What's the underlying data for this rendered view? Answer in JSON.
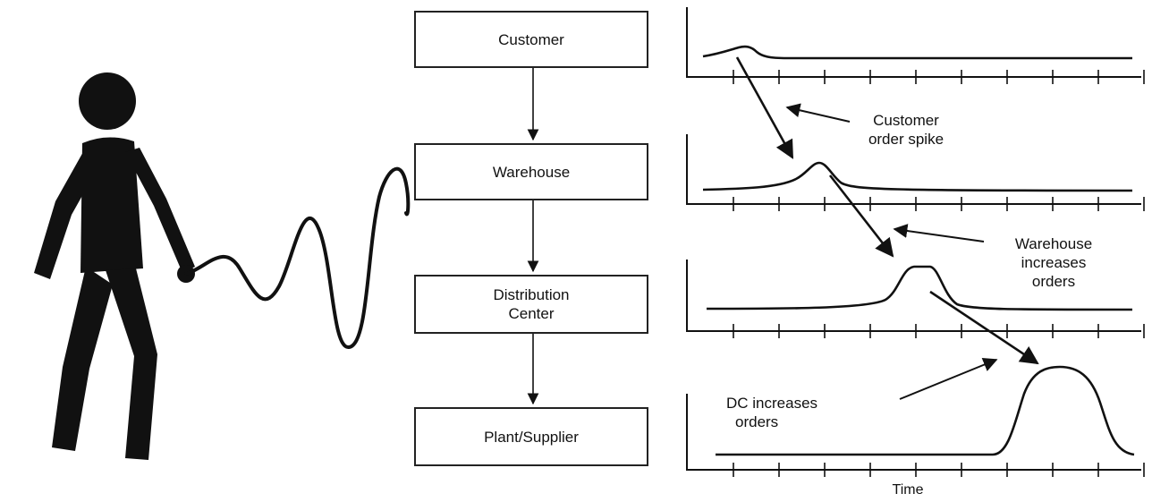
{
  "stages": [
    {
      "id": "customer",
      "label": "Customer"
    },
    {
      "id": "warehouse",
      "label": "Warehouse"
    },
    {
      "id": "distribution-center",
      "label": "Distribution",
      "label2": "Center"
    },
    {
      "id": "plant-supplier",
      "label": "Plant/Supplier"
    }
  ],
  "annotations": {
    "customer_spike": [
      "Customer",
      "order spike"
    ],
    "warehouse_increase": [
      "Warehouse",
      "increases",
      "orders"
    ],
    "dc_increase": [
      "DC increases",
      "orders"
    ]
  },
  "x_axis_label": "Time",
  "colors": {
    "ink": "#111111",
    "background": "#ffffff"
  },
  "figure_silhouette": "person-holding-whip-icon"
}
